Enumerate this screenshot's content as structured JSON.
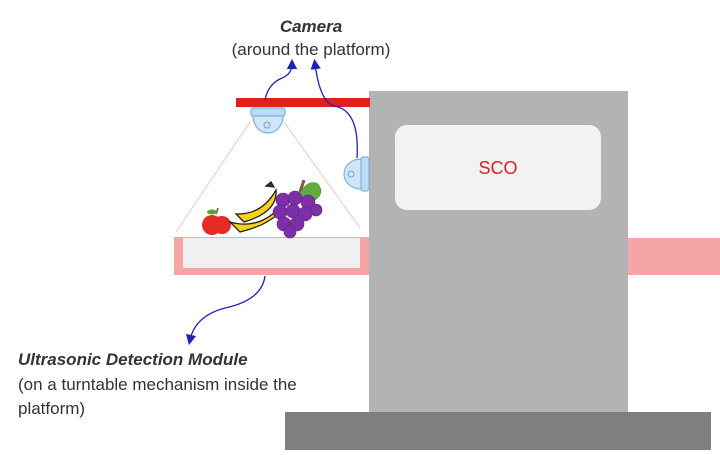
{
  "camera": {
    "title": "Camera",
    "subtitle": "(around the platform)"
  },
  "sco": {
    "label": "SCO"
  },
  "ultrasonic": {
    "title": "Ultrasonic Detection Module",
    "line1": "(on a turntable mechanism inside the",
    "line2": "platform)"
  },
  "colors": {
    "red_bar": "#e0201f",
    "pink": "#f4a6a6",
    "sco_gray": "#b3b3b3",
    "base_gray": "#7f7f7f",
    "arrow": "#2222b0",
    "sco_text": "#e02020"
  }
}
